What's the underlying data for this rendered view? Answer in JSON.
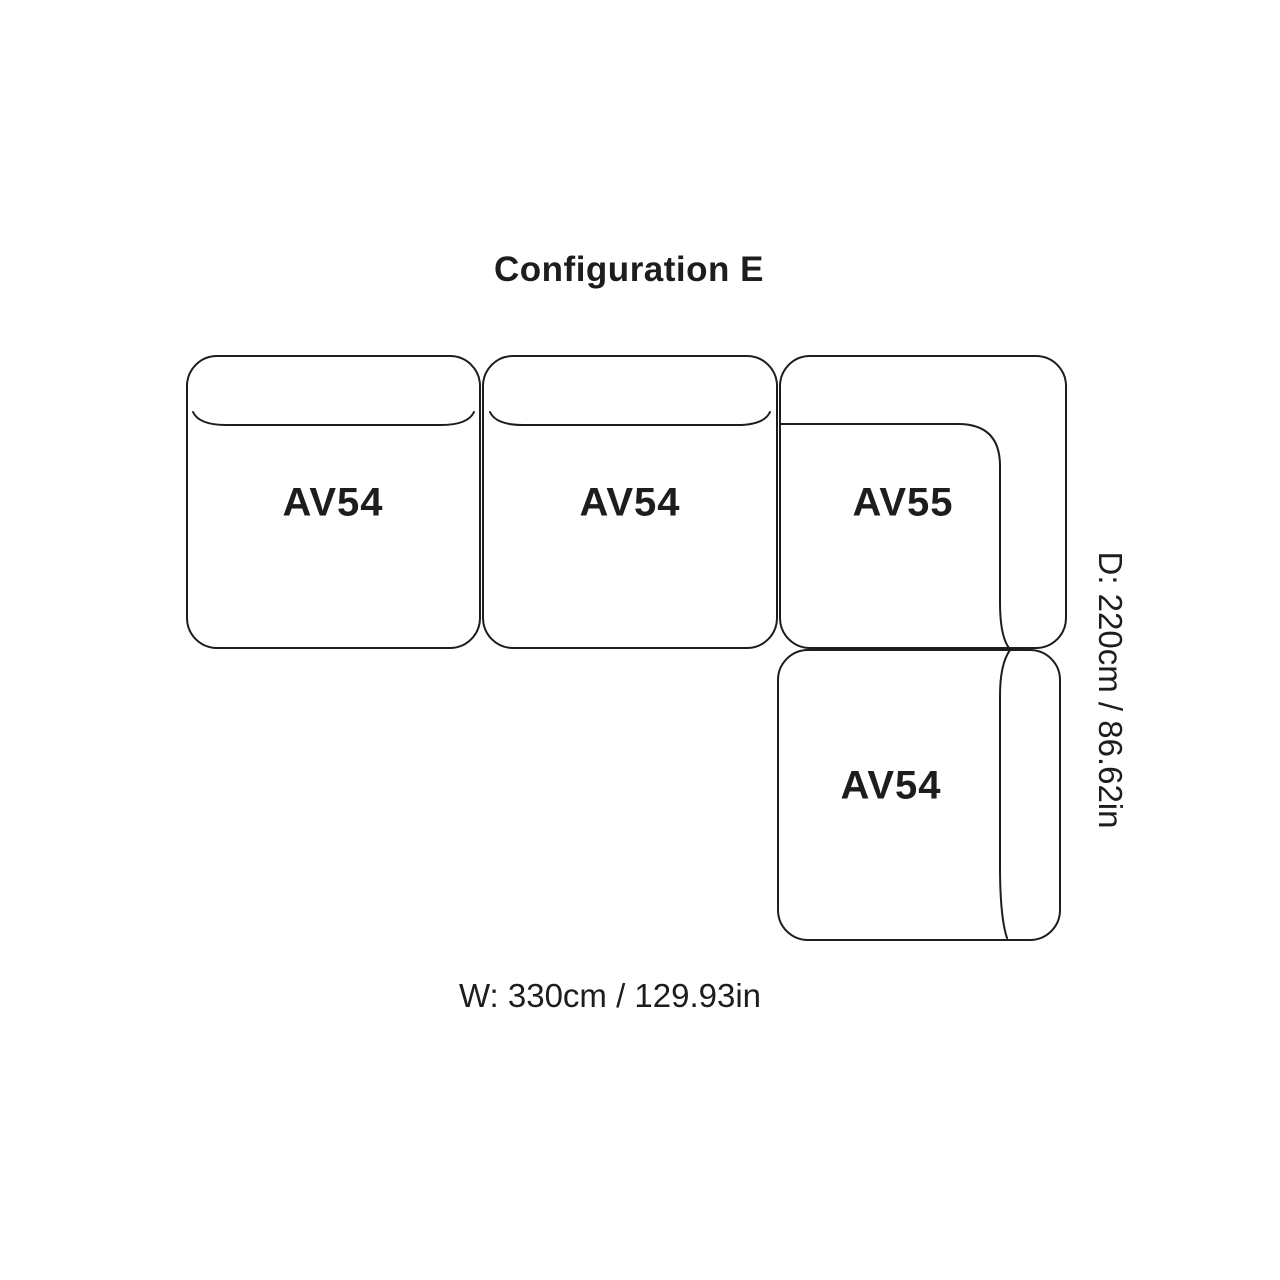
{
  "title": "Configuration E",
  "modules": [
    {
      "label": "AV54"
    },
    {
      "label": "AV54"
    },
    {
      "label": "AV55"
    },
    {
      "label": "AV54"
    }
  ],
  "dimensions": {
    "depth": "D: 220cm / 86.62in",
    "width": "W: 330cm / 129.93in"
  },
  "colors": {
    "line": "#1d1d1b",
    "background": "#ffffff"
  }
}
